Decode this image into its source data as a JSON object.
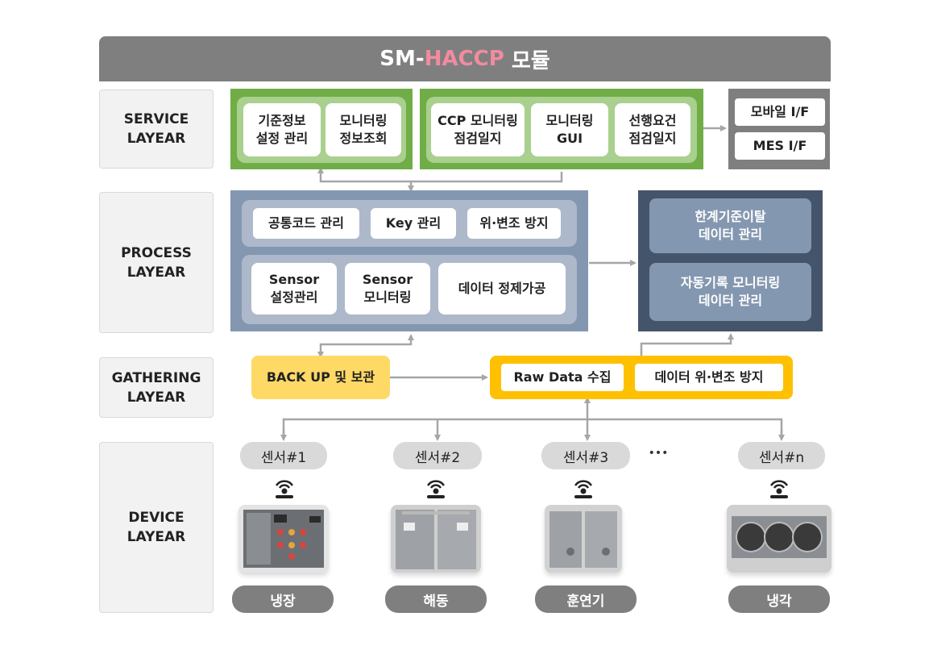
{
  "title": {
    "prefix": "SM-",
    "accent": "HACCP",
    "suffix": " 모듈"
  },
  "layers": {
    "service": "SERVICE\nLAYEAR",
    "process": "PROCESS\nLAYEAR",
    "gathering": "GATHERING\nLAYEAR",
    "device": "DEVICE\nLAYEAR"
  },
  "service": {
    "group1": [
      "기준정보\n설정 관리",
      "모니터링\n정보조회"
    ],
    "group2": [
      "CCP 모니터링\n점검일지",
      "모니터링\nGUI",
      "선행요건\n점검일지"
    ],
    "interfaces": [
      "모바일 I/F",
      "MES I/F"
    ]
  },
  "process": {
    "row1": [
      "공통코드 관리",
      "Key 관리",
      "위·변조 방지"
    ],
    "row2": [
      "Sensor\n설정관리",
      "Sensor\n모니터링",
      "데이터 정제가공"
    ],
    "right": [
      "한계기준이탈\n데이터 관리",
      "자동기록 모니터링\n데이터 관리"
    ]
  },
  "gathering": {
    "backup": "BACK UP 및 보관",
    "items": [
      "Raw Data 수집",
      "데이터 위·변조 방지"
    ]
  },
  "device": {
    "sensors": [
      "센서#1",
      "센서#2",
      "센서#3",
      "센서#n"
    ],
    "ellipsis": "•••",
    "devices": [
      "냉장",
      "해동",
      "훈연기",
      "냉각"
    ]
  },
  "colors": {
    "title_bg": "#7f7f7f",
    "title_accent": "#f28ba0",
    "green": "#70ad47",
    "green_light": "#a9d08e",
    "blue": "#8497b0",
    "blue_light": "#adb9ca",
    "navy": "#44546a",
    "yellow": "#ffc000",
    "yellow_light": "#ffd966"
  },
  "icons": [
    "sensor-signal-icon"
  ]
}
